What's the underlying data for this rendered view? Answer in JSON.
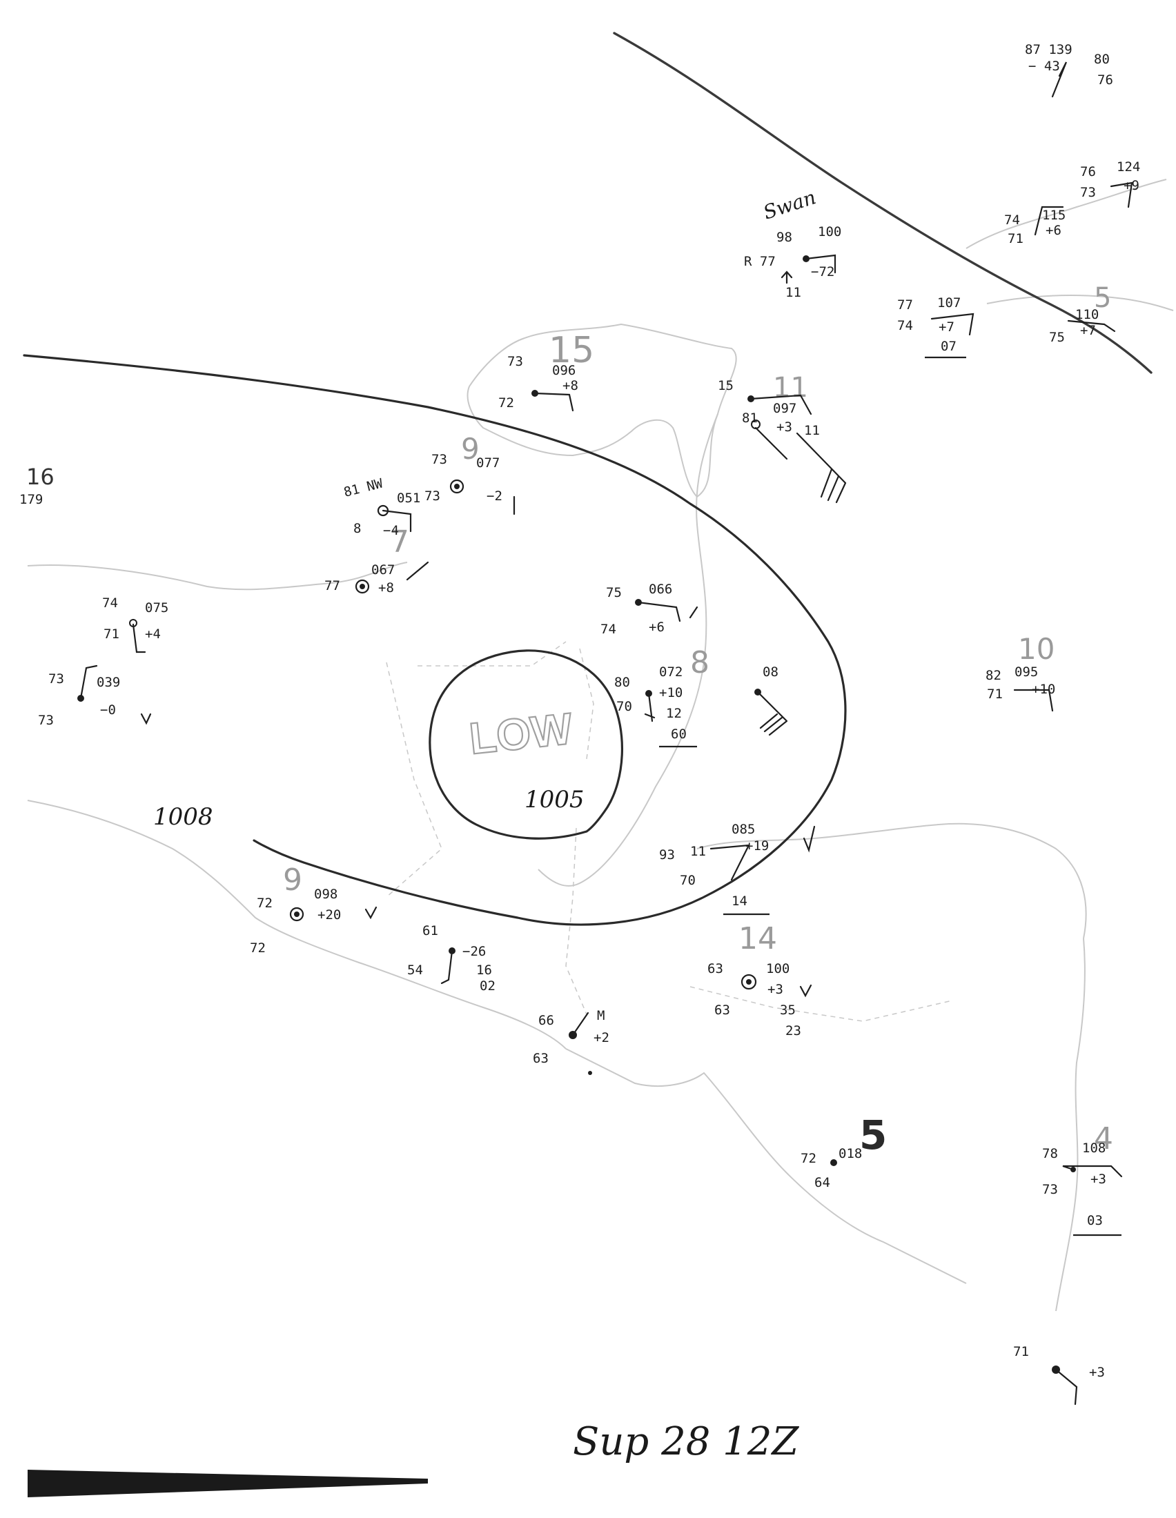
{
  "map": {
    "date_label": "Sup 28 12Z",
    "low_label": "LOW",
    "low_pressure": "1005",
    "isobar_label": "1008",
    "station_name": "Swan"
  },
  "zone_numbers": [
    {
      "id": "z15",
      "text": "15"
    },
    {
      "id": "z11",
      "text": "11"
    },
    {
      "id": "z9",
      "text": "9"
    },
    {
      "id": "z7",
      "text": "7"
    },
    {
      "id": "z8",
      "text": "8"
    },
    {
      "id": "z10",
      "text": "10"
    },
    {
      "id": "z14",
      "text": "14"
    },
    {
      "id": "z5",
      "text": "5"
    },
    {
      "id": "z4",
      "text": "4"
    },
    {
      "id": "z16",
      "text": "16"
    },
    {
      "id": "z9b",
      "text": "9"
    },
    {
      "id": "z5b",
      "text": "5"
    }
  ],
  "stations": [
    {
      "id": "s1",
      "lines": [
        "87 139",
        "− 43",
        "80",
        "76"
      ]
    },
    {
      "id": "s2",
      "lines": [
        "76",
        "124",
        "73",
        "+9"
      ]
    },
    {
      "id": "s3",
      "lines": [
        "74",
        "115",
        "71",
        "+6"
      ]
    },
    {
      "id": "s4",
      "lines": [
        "98",
        "100",
        "R 77",
        "−72",
        "11"
      ]
    },
    {
      "id": "s5",
      "lines": [
        "77",
        "107",
        "74",
        "+7",
        "07"
      ]
    },
    {
      "id": "s6",
      "lines": [
        "110",
        "75",
        "+7"
      ]
    },
    {
      "id": "s7",
      "lines": [
        "73",
        "096",
        "72",
        "+8"
      ]
    },
    {
      "id": "s8",
      "lines": [
        "15",
        "097",
        "81",
        "+3",
        "11"
      ]
    },
    {
      "id": "s9",
      "lines": [
        "73",
        "077",
        "73",
        "−2"
      ]
    },
    {
      "id": "s10",
      "lines": [
        "81 NW",
        "051",
        "8",
        "−4"
      ]
    },
    {
      "id": "s11",
      "lines": [
        "77",
        "067",
        "+8"
      ]
    },
    {
      "id": "s12",
      "lines": [
        "74",
        "075",
        "71",
        "+4"
      ]
    },
    {
      "id": "s13",
      "lines": [
        "73",
        "039",
        "73",
        "−0"
      ]
    },
    {
      "id": "s14",
      "lines": [
        "75",
        "066",
        "74",
        "+6"
      ]
    },
    {
      "id": "s15",
      "lines": [
        "80",
        "072",
        "70",
        "+10",
        "12",
        "60"
      ]
    },
    {
      "id": "s16",
      "lines": [
        "08"
      ]
    },
    {
      "id": "s17",
      "lines": [
        "82",
        "095",
        "71",
        "+10"
      ]
    },
    {
      "id": "s18",
      "lines": [
        "93",
        "085",
        "11",
        "+19",
        "70",
        "14"
      ]
    },
    {
      "id": "s19",
      "lines": [
        "72",
        "098",
        "72",
        "+20"
      ]
    },
    {
      "id": "s20",
      "lines": [
        "61",
        "−26",
        "54",
        "16",
        "02"
      ]
    },
    {
      "id": "s21",
      "lines": [
        "63",
        "100",
        "63",
        "+3",
        "35",
        "23"
      ]
    },
    {
      "id": "s22",
      "lines": [
        "66",
        "M",
        "63",
        "+2"
      ]
    },
    {
      "id": "s23",
      "lines": [
        "72",
        "018",
        "64"
      ]
    },
    {
      "id": "s24",
      "lines": [
        "78",
        "108",
        "73",
        "+3",
        "03"
      ]
    },
    {
      "id": "s25",
      "lines": [
        "71",
        "+3"
      ]
    },
    {
      "id": "s26",
      "lines": [
        "179"
      ]
    }
  ]
}
